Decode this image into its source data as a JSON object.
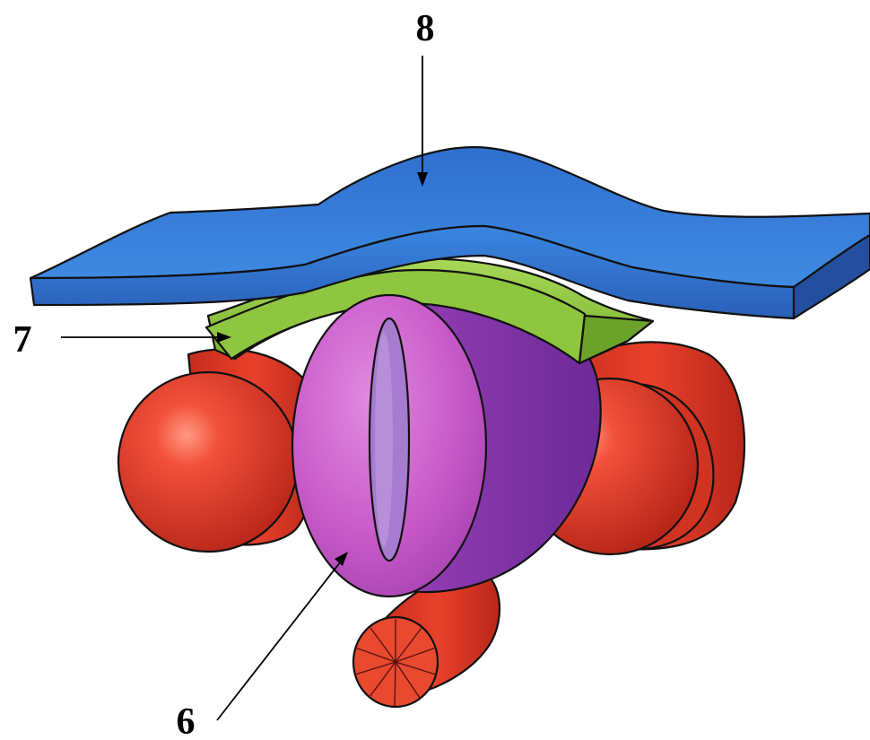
{
  "labels": {
    "six": "6",
    "seven": "7",
    "eight": "8"
  },
  "colors": {
    "blue_top": "#3a7fd6",
    "blue_side": "#2a5fb8",
    "green": "#8ec63f",
    "purple_face": "#c858c8",
    "purple_body": "#8a3ab0",
    "red": "#e23a25",
    "red_dark": "#b8261a"
  }
}
